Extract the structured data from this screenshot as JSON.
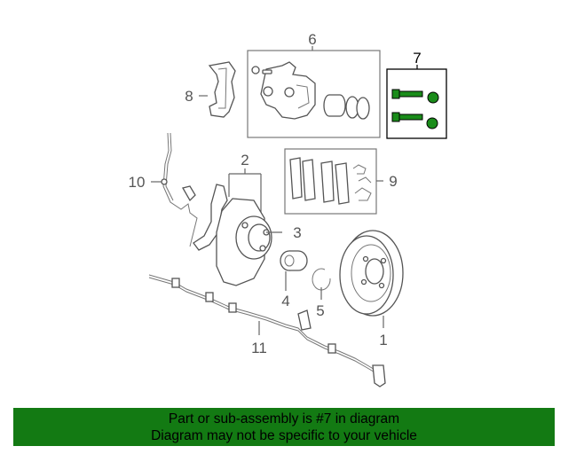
{
  "diagram": {
    "callouts": {
      "c1": "1",
      "c2": "2",
      "c3": "3",
      "c4": "4",
      "c5": "5",
      "c6": "6",
      "c7": "7",
      "c8": "8",
      "c9": "9",
      "c10": "10",
      "c11": "11"
    },
    "highlight_callout": "7",
    "highlight_color": "#008000"
  },
  "footer": {
    "line1": "Part or sub-assembly is #7 in diagram",
    "line2": "Diagram may not be specific to your vehicle",
    "background_color": "#137a13"
  }
}
